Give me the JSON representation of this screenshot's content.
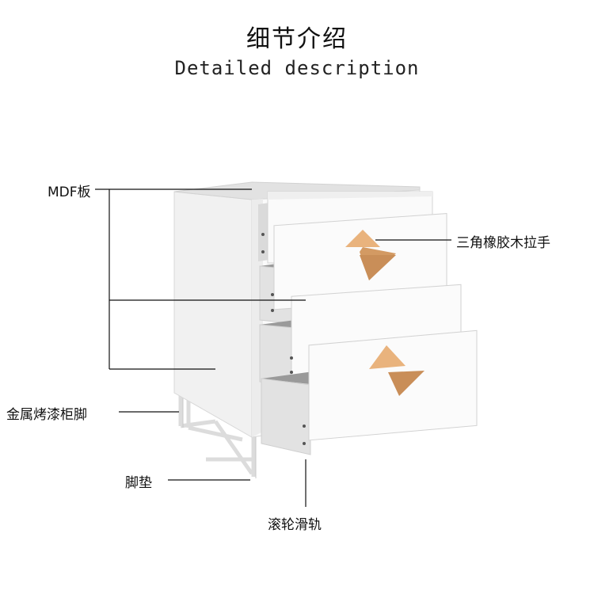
{
  "heading": {
    "title_cn": "细节介绍",
    "title_en": "Detailed description"
  },
  "callouts": {
    "mdf": "MDF板",
    "handle": "三角橡胶木拉手",
    "legs": "金属烤漆柜脚",
    "pad": "脚垫",
    "slide": "滚轮滑轨"
  },
  "colors": {
    "cabinet": "#f4f4f4",
    "cabinet_shade": "#e4e4e4",
    "drawer_inner": "#8f8f8f",
    "wood": "#d9a16d",
    "line": "#111111"
  }
}
